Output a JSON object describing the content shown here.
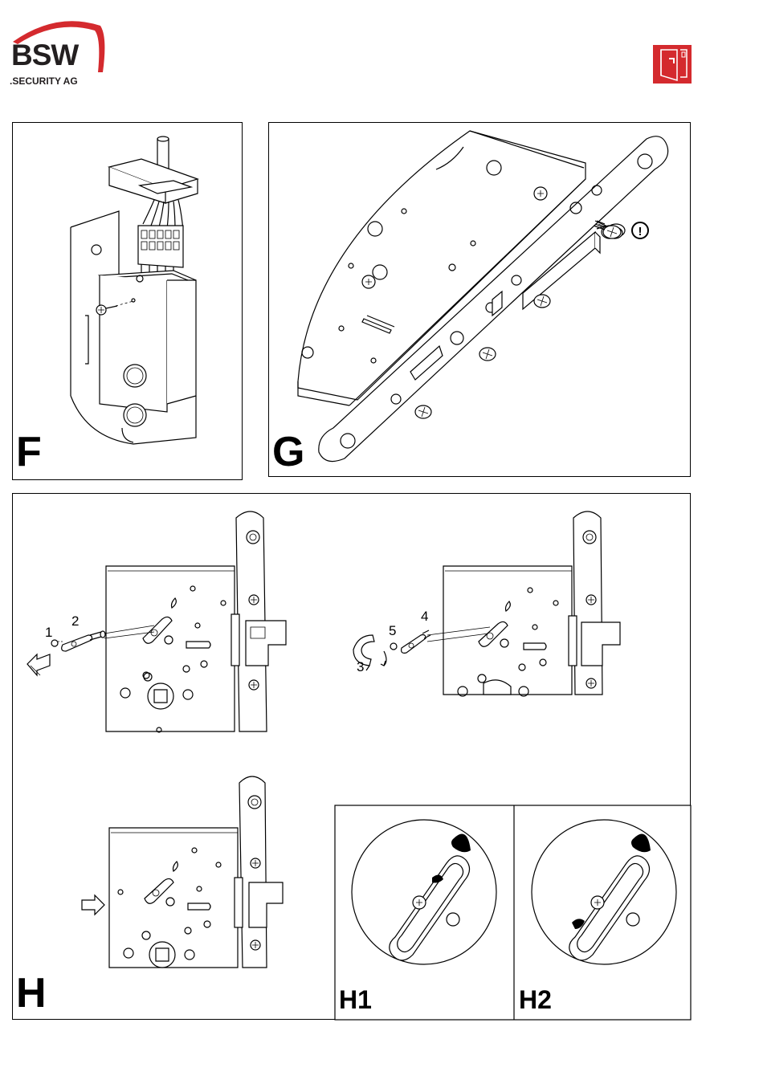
{
  "header": {
    "brand": "BSW",
    "brand_sub": ".SECURITY AG",
    "colors": {
      "brand_red": "#d42a2e",
      "ink": "#231f20"
    },
    "door_icon": "door-handle-icon"
  },
  "panels": {
    "f": {
      "label": "F"
    },
    "g": {
      "label": "G",
      "warning_symbol": "!"
    },
    "h": {
      "label": "H",
      "step_labels": [
        "1",
        "2",
        "3",
        "4",
        "5"
      ],
      "sub": {
        "h1_label": "H1",
        "h2_label": "H2"
      }
    }
  }
}
